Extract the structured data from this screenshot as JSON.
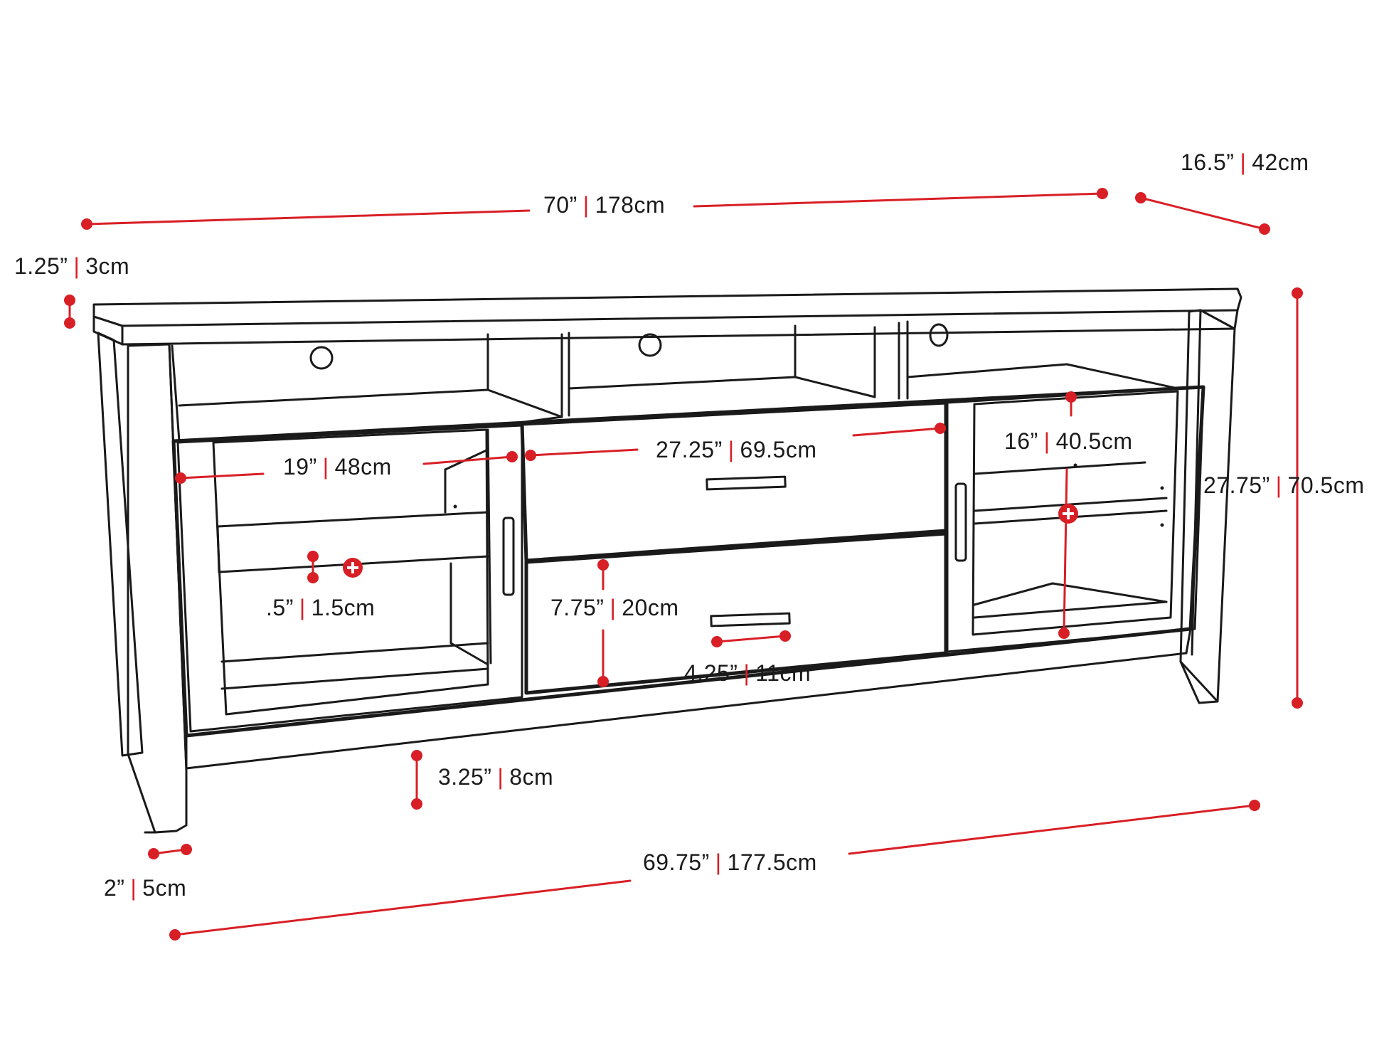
{
  "accent_color": "#d81f26",
  "line_color": "#1a1a1a",
  "icons": [
    "plus-circle-icon"
  ],
  "dimensions": {
    "overall_width": {
      "imperial": "70”",
      "metric": "178cm"
    },
    "depth": {
      "imperial": "16.5”",
      "metric": "42cm"
    },
    "top_thickness": {
      "imperial": "1.25”",
      "metric": "3cm"
    },
    "overall_height": {
      "imperial": "27.75”",
      "metric": "70.5cm"
    },
    "side_cabinet": {
      "imperial": "19”",
      "metric": "48cm"
    },
    "drawer_width": {
      "imperial": "27.25”",
      "metric": "69.5cm"
    },
    "right_cabinet": {
      "imperial": "16”",
      "metric": "40.5cm"
    },
    "shelf_thickness": {
      "imperial": ".5”",
      "metric": "1.5cm"
    },
    "drawer_height": {
      "imperial": "7.75”",
      "metric": "20cm"
    },
    "handle_width": {
      "imperial": "4.25”",
      "metric": "11cm"
    },
    "clearance": {
      "imperial": "3.25”",
      "metric": "8cm"
    },
    "leg_width": {
      "imperial": "2”",
      "metric": "5cm"
    },
    "base_width": {
      "imperial": "69.75”",
      "metric": "177.5cm"
    }
  }
}
